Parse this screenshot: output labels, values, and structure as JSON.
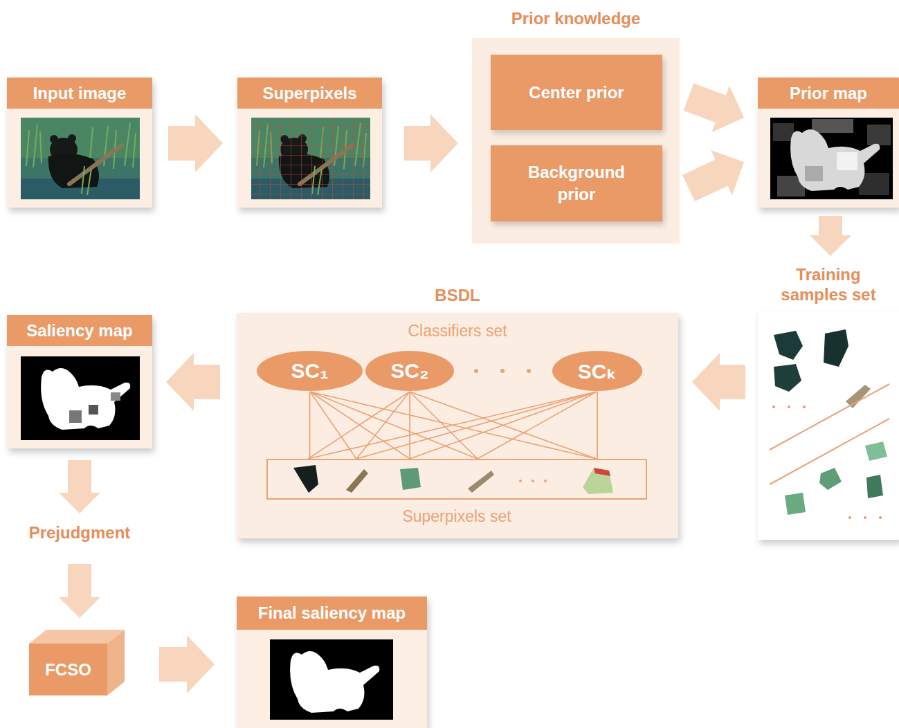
{
  "diagram": {
    "nodes": [
      {
        "text": [
          "Input image"
        ]
      },
      {
        "text": [
          "Superpixels"
        ]
      },
      {
        "text": [
          "Prior knowledge"
        ]
      },
      {
        "text": [
          "Center prior"
        ],
        "in": 2
      },
      {
        "text": [
          "Background prior"
        ],
        "in": 2
      },
      {
        "text": [
          "Prior map"
        ]
      },
      {
        "text": [
          "Training samples set"
        ]
      },
      {
        "text": [
          "BSDL",
          "Classifiers set"
        ]
      },
      {
        "text": [
          "SC₁"
        ],
        "in": 7
      },
      {
        "text": [
          "SC₂"
        ],
        "in": 7
      },
      {
        "text": [
          "SCₖ"
        ],
        "in": 7
      },
      {
        "text": [
          "Superpixels set"
        ],
        "in": 7
      },
      {
        "text": [
          "Saliency map"
        ]
      },
      {
        "text": [
          "Prejudgment"
        ]
      },
      {
        "text": [
          "FCSO"
        ]
      },
      {
        "text": [
          "Final saliency map"
        ]
      }
    ],
    "edges": [
      {
        "from": 0,
        "to": 1,
        "arrow": "to"
      },
      {
        "from": 1,
        "to": 2,
        "arrow": "to"
      },
      {
        "from": 3,
        "to": 5,
        "arrow": "to"
      },
      {
        "from": 4,
        "to": 5,
        "arrow": "to"
      },
      {
        "from": 5,
        "to": 6,
        "arrow": "to"
      },
      {
        "from": 6,
        "to": 7,
        "arrow": "to"
      },
      {
        "from": 7,
        "to": 12,
        "arrow": "to"
      },
      {
        "from": 8,
        "to": 11,
        "arrow": "none"
      },
      {
        "from": 9,
        "to": 11,
        "arrow": "none"
      },
      {
        "from": 10,
        "to": 11,
        "arrow": "none"
      },
      {
        "from": 12,
        "to": 13,
        "arrow": "to"
      },
      {
        "from": 13,
        "to": 14,
        "arrow": "to"
      },
      {
        "from": 14,
        "to": 15,
        "arrow": "to"
      }
    ]
  }
}
